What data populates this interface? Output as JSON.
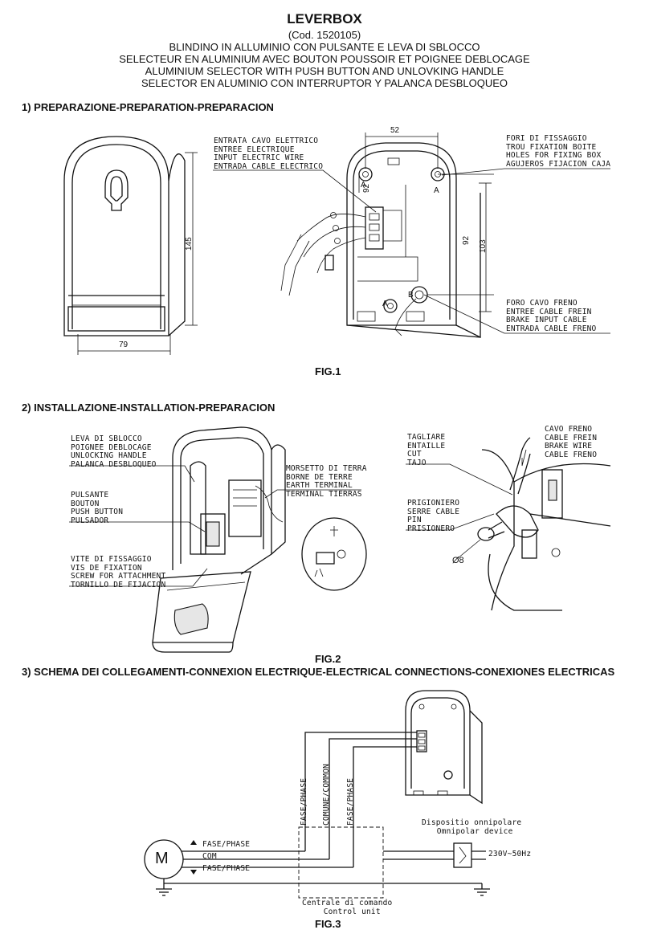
{
  "header": {
    "title": "LEVERBOX",
    "code": "(Cod. 1520105)",
    "lines": [
      "BLINDINO IN ALLUMINIO CON PULSANTE E LEVA DI SBLOCCO",
      "SELECTEUR EN ALUMINIUM AVEC BOUTON POUSSOIR ET POIGNEE DEBLOCAGE",
      "ALUMINIUM SELECTOR WITH PUSH BUTTON AND UNLOVKING HANDLE",
      "SELECTOR EN ALUMINIO CON INTERRUPTOR Y PALANCA DESBLOQUEO"
    ]
  },
  "sections": {
    "s1": "1) PREPARAZIONE-PREPARATION-PREPARACION",
    "s2": "2) INSTALLAZIONE-INSTALLATION-PREPARACION",
    "s3": "3) SCHEMA DEI COLLEGAMENTI-CONNEXION ELECTRIQUE-ELECTRICAL CONNECTIONS-CONEXIONES ELECTRICAS"
  },
  "figures": {
    "fig1": "FIG.1",
    "fig2": "FIG.2",
    "fig3": "FIG.3"
  },
  "fig1": {
    "dims": {
      "height": "145",
      "width": "79",
      "top": "52",
      "left_v": "92",
      "right_v1": "92",
      "right_v2": "103"
    },
    "point_a": "A",
    "point_b": "B",
    "input_wire": [
      "ENTRATA CAVO ELETTRICO",
      "ENTREE ELECTRIQUE",
      "INPUT ELECTRIC WIRE",
      "ENTRADA CABLE ELECTRICO"
    ],
    "fixing_holes": [
      "FORI DI FISSAGGIO",
      "TROU FIXATION BOITE",
      "HOLES FOR FIXING BOX",
      "AGUJEROS FIJACION CAJA"
    ],
    "brake_hole": [
      "FORO CAVO FRENO",
      "ENTREE CABLE FREIN",
      "BRAKE INPUT CABLE",
      "ENTRADA CABLE FRENO"
    ]
  },
  "fig2": {
    "handle": [
      "LEVA DI SBLOCCO",
      "POIGNEE DEBLOCAGE",
      "UNLOCKING HANDLE",
      "PALANCA DESBLOQUEO"
    ],
    "push_button": [
      "PULSANTE",
      "BOUTON",
      "PUSH BUTTON",
      "PULSADOR"
    ],
    "screw": [
      "VITE DI FISSAGGIO",
      "VIS DE FIXATION",
      "SCREW FOR ATTACHMENT",
      "TORNILLO DE FIJACION"
    ],
    "earth": [
      "MORSETTO DI TERRA",
      "BORNE DE TERRE",
      "EARTH TERMINAL",
      "TERMINAL TIERRAS"
    ],
    "cut": [
      "TAGLIARE",
      "ENTAILLE",
      "CUT",
      "TAJO"
    ],
    "brake_wire": [
      "CAVO FRENO",
      "CABLE FREIN",
      "BRAKE WIRE",
      "CABLE FRENO"
    ],
    "pin": [
      "PRIGIONIERO",
      "SERRE CABLE",
      "PIN",
      "PRISIONERO"
    ],
    "diameter": "Ø8"
  },
  "fig3": {
    "motor": "M",
    "lines": [
      "FASE/PHASE",
      "COM",
      "FASE/PHASE"
    ],
    "vertical": [
      "FASE/PHASE",
      "COMUNE/COMMON",
      "FASE/PHASE"
    ],
    "omnipolar": [
      "Dispositio onnipolare",
      "Omnipolar device"
    ],
    "supply": "230V~50Hz",
    "control_unit": [
      "Centrale di comando",
      "Control unit"
    ]
  }
}
